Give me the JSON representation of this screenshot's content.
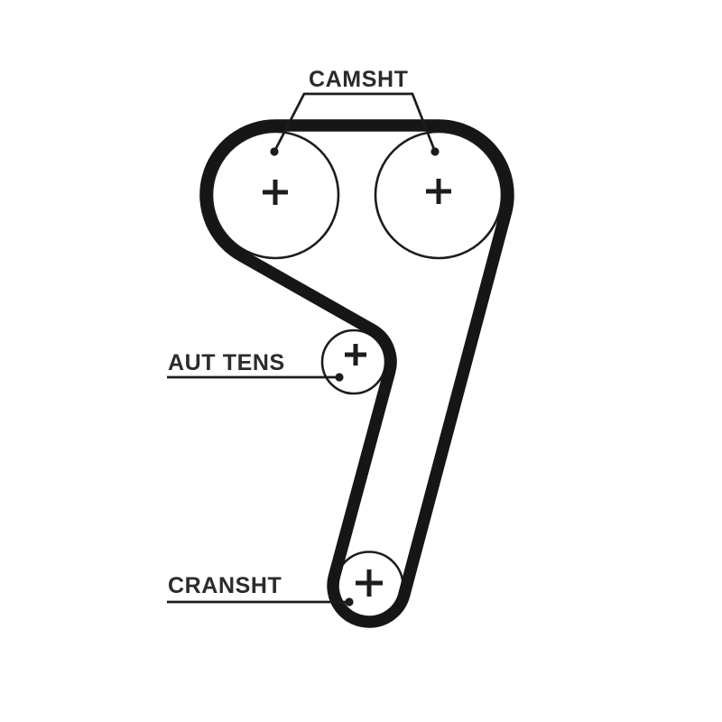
{
  "diagram": {
    "type": "timing-belt-routing",
    "background_color": "#ffffff",
    "line_color": "#1c1c1c",
    "belt_color": "#161616",
    "text_color": "#2b2b2b",
    "labels": {
      "camshaft": "CAMSHT",
      "tensioner": "AUT TENS",
      "crankshaft": "CRANSHT"
    },
    "pulleys": [
      {
        "id": "camshaft-left",
        "label": "CAMSHT",
        "marker": "plus-cross"
      },
      {
        "id": "camshaft-right",
        "label": "CAMSHT",
        "marker": "plus-cross"
      },
      {
        "id": "tensioner",
        "label": "AUT TENS",
        "marker": "plus-cross"
      },
      {
        "id": "crankshaft",
        "label": "CRANSHT",
        "marker": "plus-cross"
      }
    ]
  }
}
